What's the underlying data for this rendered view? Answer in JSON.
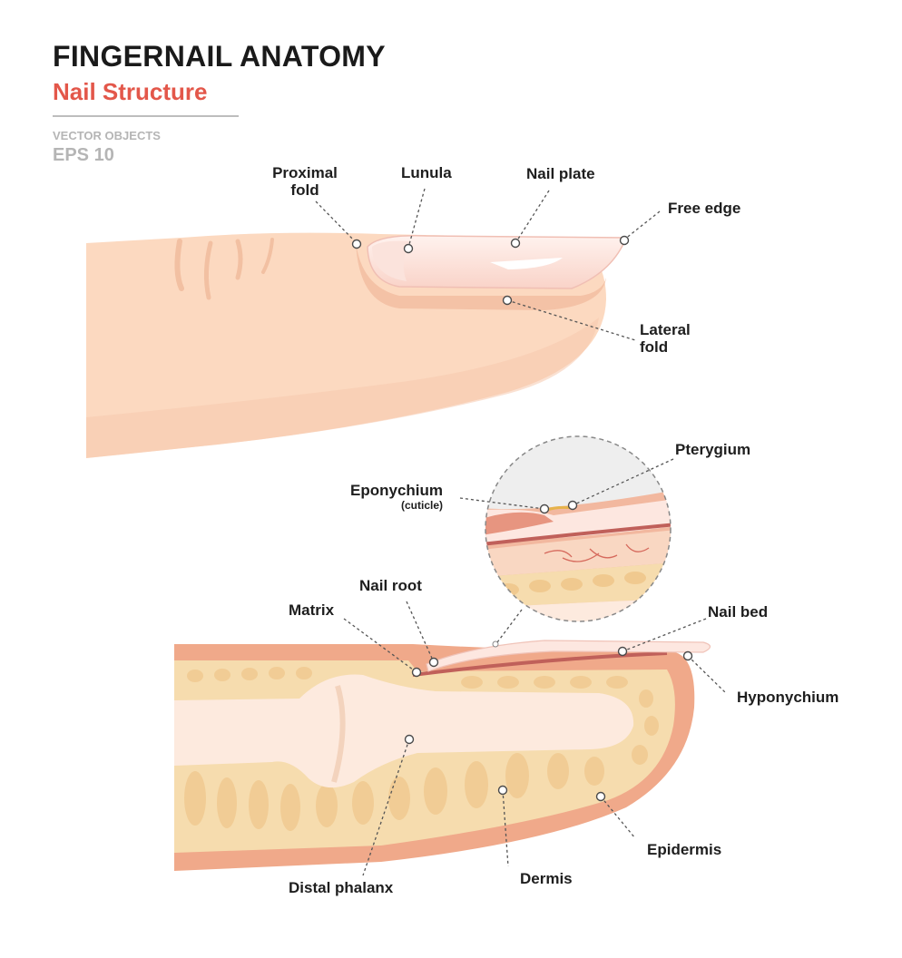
{
  "header": {
    "title": "FINGERNAIL ANATOMY",
    "subtitle": "Nail Structure",
    "meta_line1": "VECTOR OBJECTS",
    "meta_line2": "EPS 10"
  },
  "colors": {
    "title": "#1a1a1a",
    "subtitle": "#e3574a",
    "skin": "#fcd9c0",
    "epidermis": "#f0a98a",
    "dermis": "#f6dcae",
    "bone": "#fdeade",
    "nail": "#fde7e0"
  },
  "labels": {
    "proximal_fold_1": "Proximal",
    "proximal_fold_2": "fold",
    "lunula": "Lunula",
    "nail_plate": "Nail plate",
    "free_edge": "Free edge",
    "lateral_fold_1": "Lateral",
    "lateral_fold_2": "fold",
    "pterygium": "Pterygium",
    "eponychium": "Eponychium",
    "eponychium_note": "(cuticle)",
    "nail_root": "Nail root",
    "matrix": "Matrix",
    "nail_bed": "Nail bed",
    "hyponychium": "Hyponychium",
    "distal_phalanx": "Distal phalanx",
    "dermis": "Dermis",
    "epidermis": "Epidermis"
  }
}
